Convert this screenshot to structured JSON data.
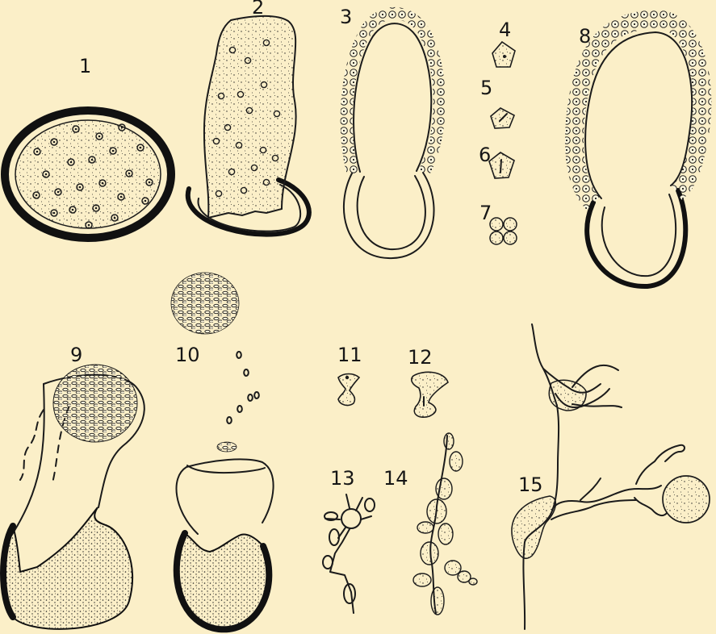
{
  "plate": {
    "background": "#fbefc8",
    "ink": "#1b1b1b"
  },
  "figures": [
    {
      "number": "1"
    },
    {
      "number": "2"
    },
    {
      "number": "3"
    },
    {
      "number": "4"
    },
    {
      "number": "5"
    },
    {
      "number": "6"
    },
    {
      "number": "7"
    },
    {
      "number": "8"
    },
    {
      "number": "9"
    },
    {
      "number": "10"
    },
    {
      "number": "11"
    },
    {
      "number": "12"
    },
    {
      "number": "13"
    },
    {
      "number": "14"
    },
    {
      "number": "15"
    }
  ]
}
